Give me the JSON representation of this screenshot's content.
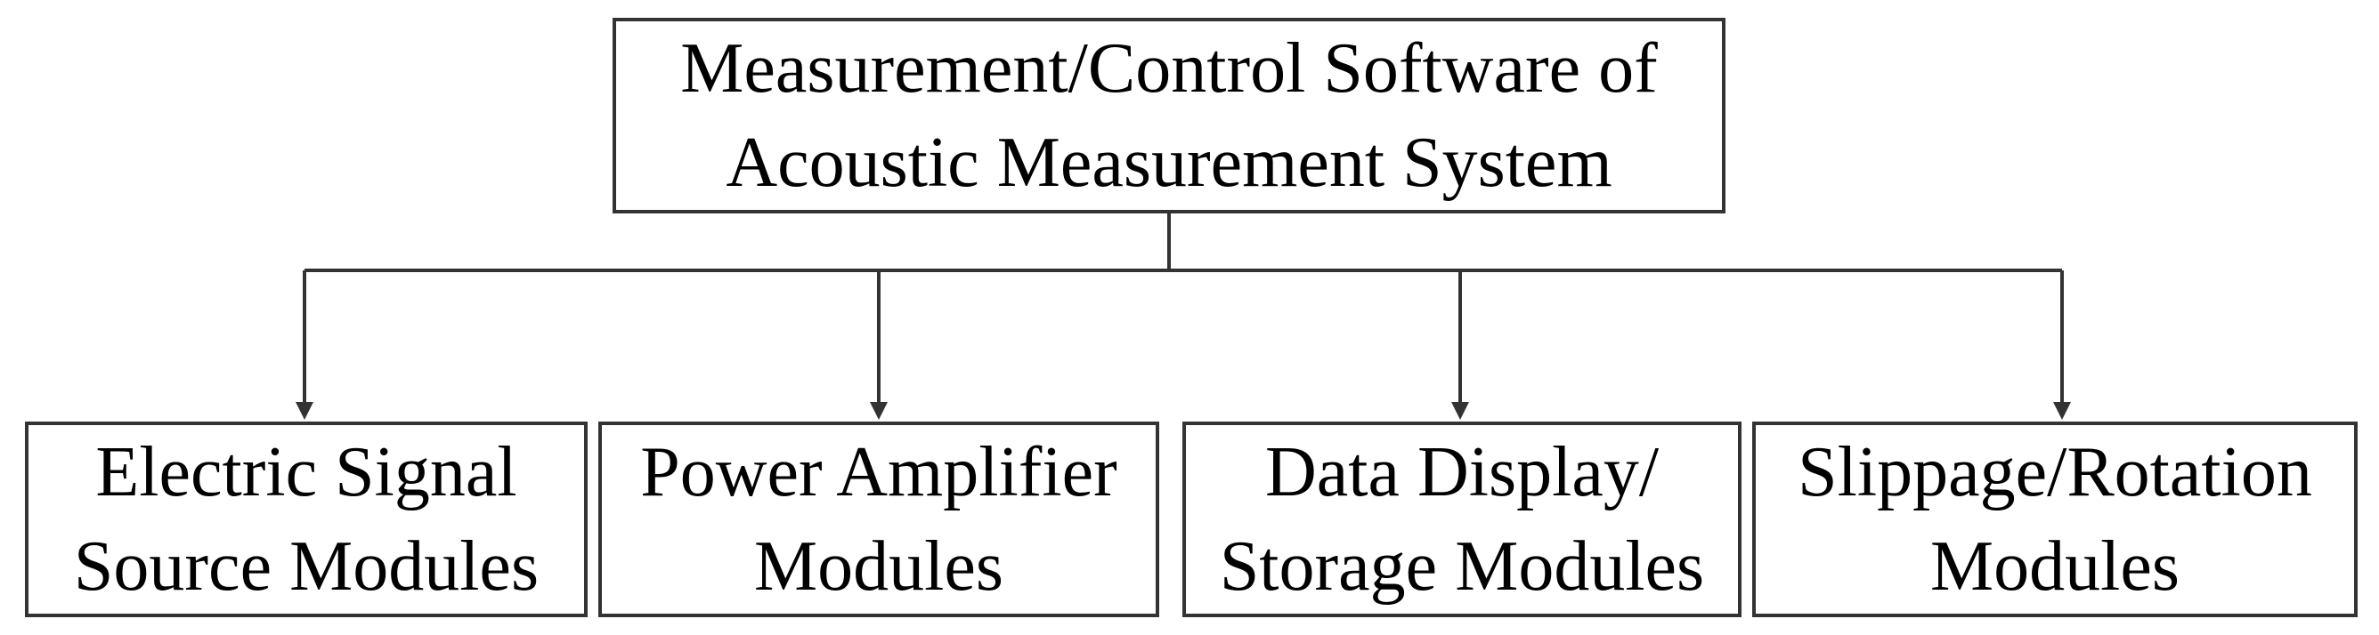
{
  "root": {
    "lines": [
      "Measurement/Control Software of",
      "Acoustic Measurement System"
    ]
  },
  "children": [
    {
      "lines": [
        "Electric Signal",
        "Source Modules"
      ]
    },
    {
      "lines": [
        "Power Amplifier",
        "Modules"
      ]
    },
    {
      "lines": [
        "Data Display/",
        "Storage Modules"
      ]
    },
    {
      "lines": [
        "Slippage/Rotation",
        "Modules"
      ]
    }
  ],
  "colors": {
    "stroke": "#333333",
    "text": "#000000",
    "background": "#ffffff"
  }
}
